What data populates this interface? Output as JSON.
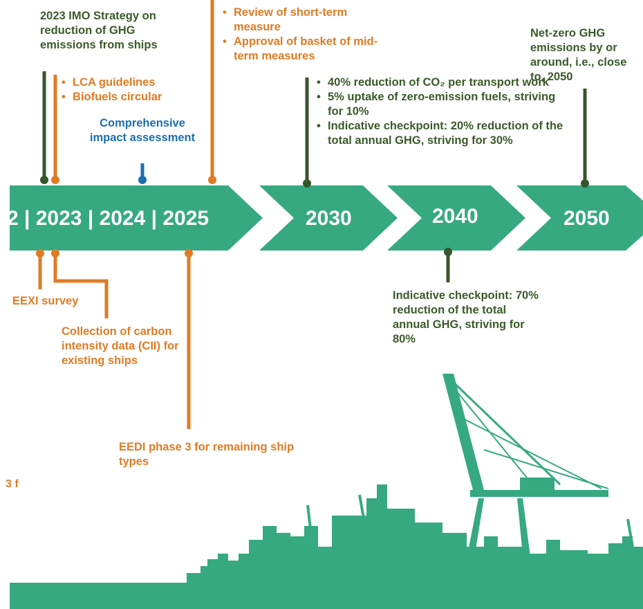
{
  "colors": {
    "band": "#36a981",
    "green_text": "#3a5a2a",
    "orange_text": "#e07b24",
    "blue_text": "#1a6fb0",
    "line_green": "#37552a",
    "line_orange": "#e07b24",
    "line_blue": "#1a6fb0"
  },
  "timeline": {
    "years_segment": "2 | 2023 | 2024 | 2025",
    "y2030": "2030",
    "y2040": "2040",
    "y2050": "2050"
  },
  "annotations": {
    "imo_strategy": "2023 IMO Strategy on reduction of GHG emissions from ships",
    "lca_items": [
      "LCA guidelines",
      "Biofuels circular"
    ],
    "impact_assessment": "Comprehensive impact assessment",
    "review_items": [
      "Review of short-term measure",
      "Approval of basket of mid-term measures"
    ],
    "targets_2030": [
      "40% reduction of CO₂ per transport work",
      "5% uptake of zero-emission fuels, striving for 10%",
      "Indicative checkpoint: 20% reduction of the total annual GHG, striving for 30%"
    ],
    "net_zero": "Net-zero GHG emissions by or around, i.e., close to, 2050",
    "eexi": "EEXI survey",
    "cii": "Collection of carbon intensity data (CII) for existing ships",
    "checkpoint_2040": "Indicative checkpoint: 70% reduction of the total annual GHG, striving for 80%",
    "eedi": "EEDI phase 3 for remaining ship types",
    "cut_text": "3 f"
  }
}
